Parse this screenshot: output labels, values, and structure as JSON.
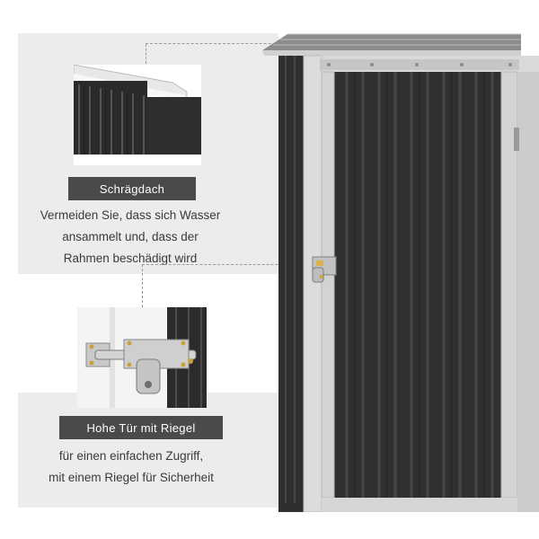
{
  "features": [
    {
      "label": "Schrägdach",
      "description": [
        "Vermeiden Sie, dass sich Wasser",
        "ansammelt und, dass der",
        "Rahmen beschädigt wird"
      ]
    },
    {
      "label": "Hohe Tür mit Riegel",
      "description": [
        "für einen einfachen Zugriff,",
        "mit einem Riegel für Sicherheit"
      ]
    }
  ],
  "colors": {
    "panel": "#ececec",
    "label_bg": "#4a4a4a",
    "shed_dark": "#333333",
    "frame_light": "#d7d7d7"
  }
}
